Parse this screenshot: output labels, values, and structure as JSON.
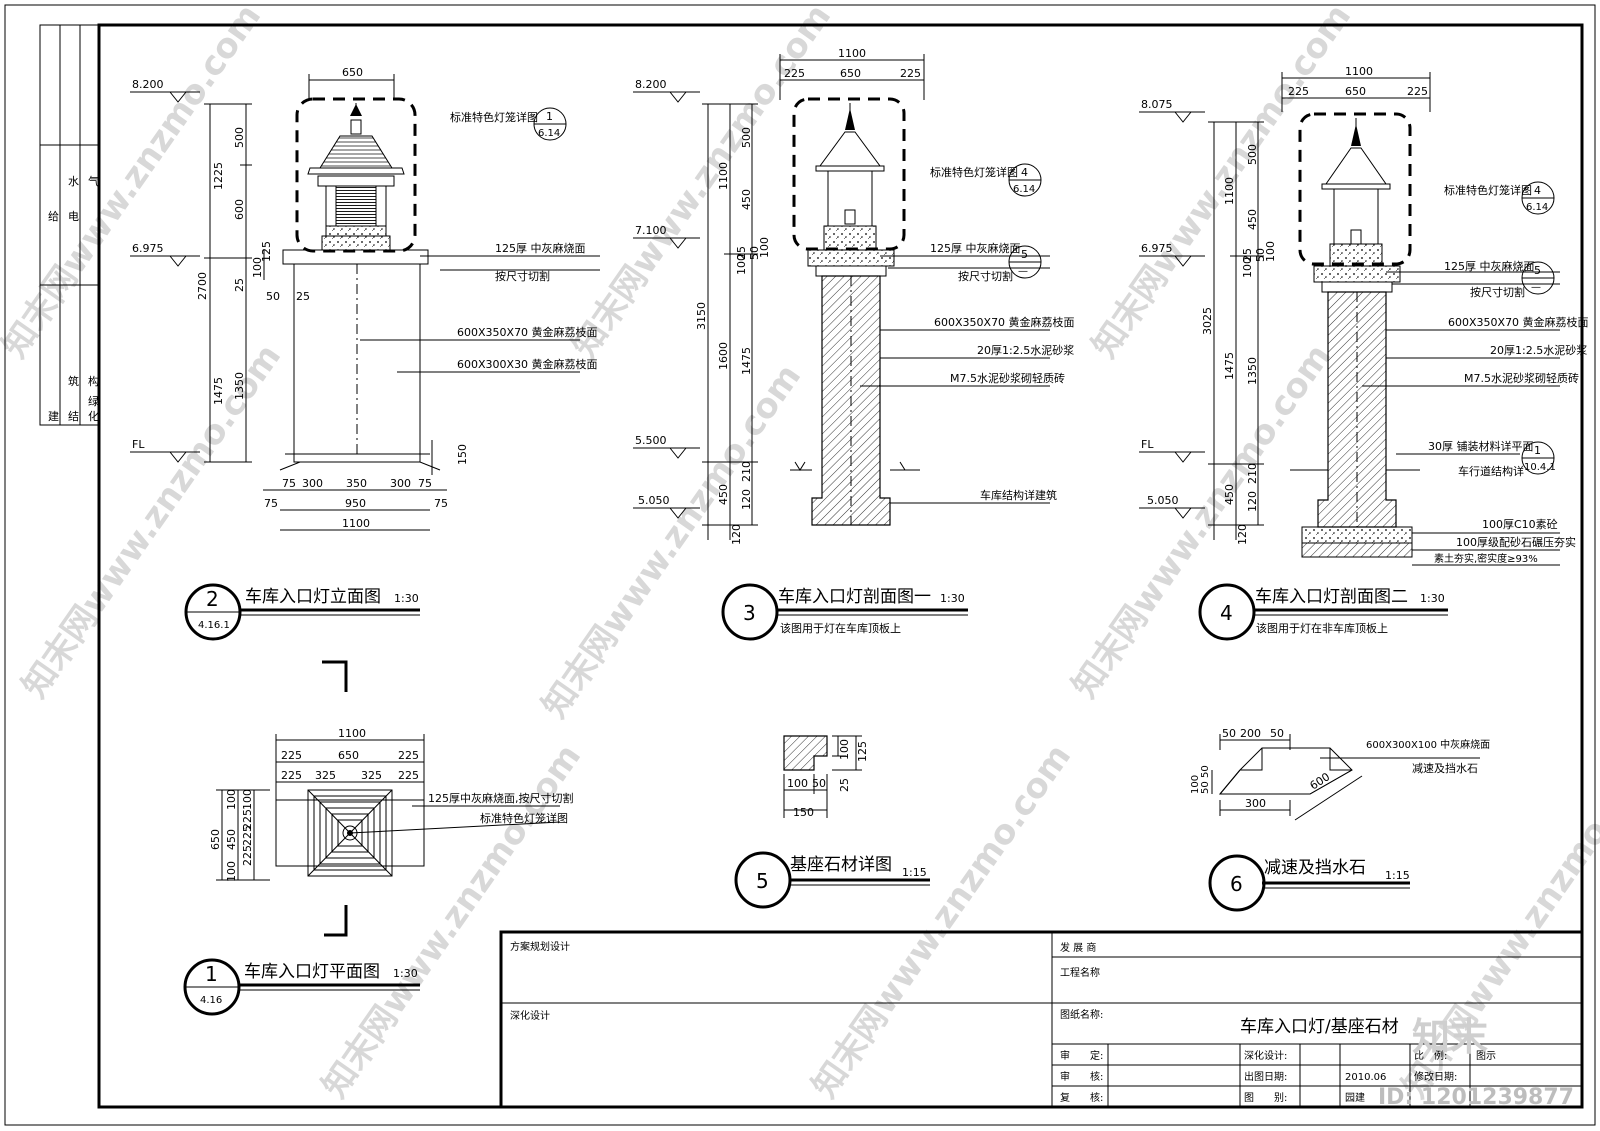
{
  "side_panel": {
    "labels": [
      "给",
      "水",
      "电",
      "气",
      "建",
      "筑",
      "结",
      "构",
      "绿",
      "化"
    ]
  },
  "elevation_view": {
    "levels": [
      "8.200",
      "6.975",
      "FL"
    ],
    "top_width": "650",
    "dims_left": [
      "1225",
      "500",
      "600",
      "2700",
      "25",
      "100",
      "125",
      "1475",
      "1350",
      "50",
      "25",
      "150"
    ],
    "dims_bottom": [
      "75",
      "300",
      "350",
      "300",
      "75",
      "75",
      "950",
      "75",
      "1100"
    ],
    "callouts": [
      "标准特色灯笼详图",
      "125厚 中灰麻烧面",
      "按尺寸切割",
      "600X350X70 黄金麻荔枝面",
      "600X300X30 黄金麻荔枝面"
    ],
    "ref": {
      "num": "1",
      "sheet": "6.14"
    },
    "title": "车库入口灯立面图",
    "scale": "1:30",
    "badge": {
      "num": "2",
      "sheet": "4.16.1"
    }
  },
  "section_one": {
    "levels": [
      "8.200",
      "7.100",
      "5.500",
      "5.050"
    ],
    "top_dims": [
      "1100",
      "225",
      "650",
      "225"
    ],
    "dims_left": [
      "500",
      "1100",
      "450",
      "25",
      "50",
      "100",
      "100",
      "3150",
      "1600",
      "1475",
      "210",
      "450",
      "120",
      "120"
    ],
    "callouts": [
      "标准特色灯笼详图",
      "125厚 中灰麻烧面",
      "按尺寸切割",
      "600X350X70 黄金麻荔枝面",
      "20厚1:2.5水泥砂浆",
      "M7.5水泥砂浆砌轻质砖",
      "车库结构详建筑"
    ],
    "ref_a": {
      "num": "4",
      "sheet": "6.14"
    },
    "ref_b": {
      "num": "5",
      "sheet": "—"
    },
    "title": "车库入口灯剖面图一",
    "scale": "1:30",
    "note": "该图用于灯在车库顶板上",
    "badge": {
      "num": "3"
    }
  },
  "section_two": {
    "levels": [
      "8.075",
      "6.975",
      "FL",
      "5.050"
    ],
    "top_dims": [
      "1100",
      "225",
      "650",
      "225"
    ],
    "dims_left": [
      "500",
      "1100",
      "450",
      "25",
      "50",
      "100",
      "100",
      "3025",
      "1475",
      "1350",
      "210",
      "450",
      "120",
      "120"
    ],
    "callouts": [
      "标准特色灯笼详图",
      "125厚 中灰麻烧面",
      "按尺寸切割",
      "600X350X70 黄金麻荔枝面",
      "20厚1:2.5水泥砂浆",
      "M7.5水泥砂浆砌轻质砖",
      "30厚 铺装材料详平面",
      "车行道结构详",
      "100厚C10素砼",
      "100厚级配砂石碾压夯实",
      "素土夯实,密实度≥93%"
    ],
    "ref_a": {
      "num": "4",
      "sheet": "6.14"
    },
    "ref_b": {
      "num": "5",
      "sheet": "—"
    },
    "ref_c": {
      "num": "1",
      "sheet": "10.4.1"
    },
    "title": "车库入口灯剖面图二",
    "scale": "1:30",
    "note": "该图用于灯在非车库顶板上",
    "badge": {
      "num": "4"
    }
  },
  "plan_view": {
    "top_dims": [
      "1100",
      "225",
      "650",
      "225",
      "225",
      "325",
      "325",
      "225"
    ],
    "side_dims": [
      "650",
      "100",
      "225",
      "450",
      "225",
      "100",
      "100",
      "225"
    ],
    "callouts": [
      "125厚中灰麻烧面,按尺寸切割",
      "标准特色灯笼详图"
    ],
    "title": "车库入口灯平面图",
    "scale": "1:30",
    "badge": {
      "num": "1",
      "sheet": "4.16"
    }
  },
  "base_detail": {
    "dims": [
      "100",
      "125",
      "25",
      "100",
      "50",
      "150"
    ],
    "title": "基座石材详图",
    "scale": "1:15",
    "badge": {
      "num": "5"
    }
  },
  "speed_bump": {
    "dims": [
      "50",
      "200",
      "50",
      "100",
      "50",
      "50",
      "300",
      "600"
    ],
    "callouts": [
      "600X300X100 中灰麻烧面",
      "减速及挡水石"
    ],
    "title": "减速及挡水石",
    "scale": "1:15",
    "badge": {
      "num": "6"
    }
  },
  "title_block": {
    "scheme_design": "方案规划设计",
    "deep_design": "深化设计",
    "developer": "发 展 商",
    "project_name": "工程名称",
    "drawing_name_label": "图纸名称:",
    "drawing_name": "车库入口灯/基座石材",
    "review": "审　　定:",
    "check": "审　　核:",
    "recheck": "复　　核:",
    "deep_designer": "深化设计:",
    "issue_date_label": "出图日期:",
    "issue_date": "2010.06",
    "sheet_label": "图　　别:",
    "sheet_value": "园建",
    "revision_label": "修改日期:",
    "scale_label": "比　例:",
    "scale_value": "图示"
  },
  "watermark": {
    "brand": "知末网www.znzmo.com",
    "logo": "知末",
    "id": "ID: 1201239877"
  }
}
